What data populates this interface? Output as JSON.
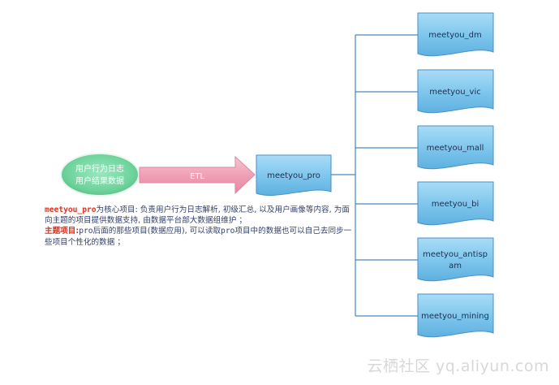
{
  "source": {
    "line1": "用户行为日志",
    "line2": "用户结果数据"
  },
  "arrow": {
    "label": "ETL"
  },
  "core": {
    "label": "meetyou_pro"
  },
  "topics": [
    {
      "label": "meetyou_dm"
    },
    {
      "label": "meetyou_vic"
    },
    {
      "label": "meetyou_mall"
    },
    {
      "label": "meetyou_bi"
    },
    {
      "label": "meetyou_antisp",
      "label2": "am"
    },
    {
      "label": "meetyou_mining"
    }
  ],
  "description": {
    "core_code": "meetyou_pro",
    "core_text": "为核心项目: 负责用户行为日志解析, 初级汇总, 以及用户画像等内容, 为面向主题的项目提供数据支持, 由数据平台部大数据组维护 ；",
    "topic_label": "主题项目:",
    "topic_code": "pro",
    "topic_text_a": "后面的那些项目(数据应用), 可以读取",
    "topic_code2": "pro",
    "topic_text_b": "项目中的数据也可以自己去同步一些项目个性化的数据 ；"
  },
  "watermark": "云栖社区 yq.aliyun.com",
  "colors": {
    "doc_fill": "#7cc5ec",
    "doc_stroke": "#4a90c8",
    "ellipse_fill": "#7ed9a8",
    "arrow_fill": "#f2a9bd",
    "connector": "#4a86c0"
  }
}
